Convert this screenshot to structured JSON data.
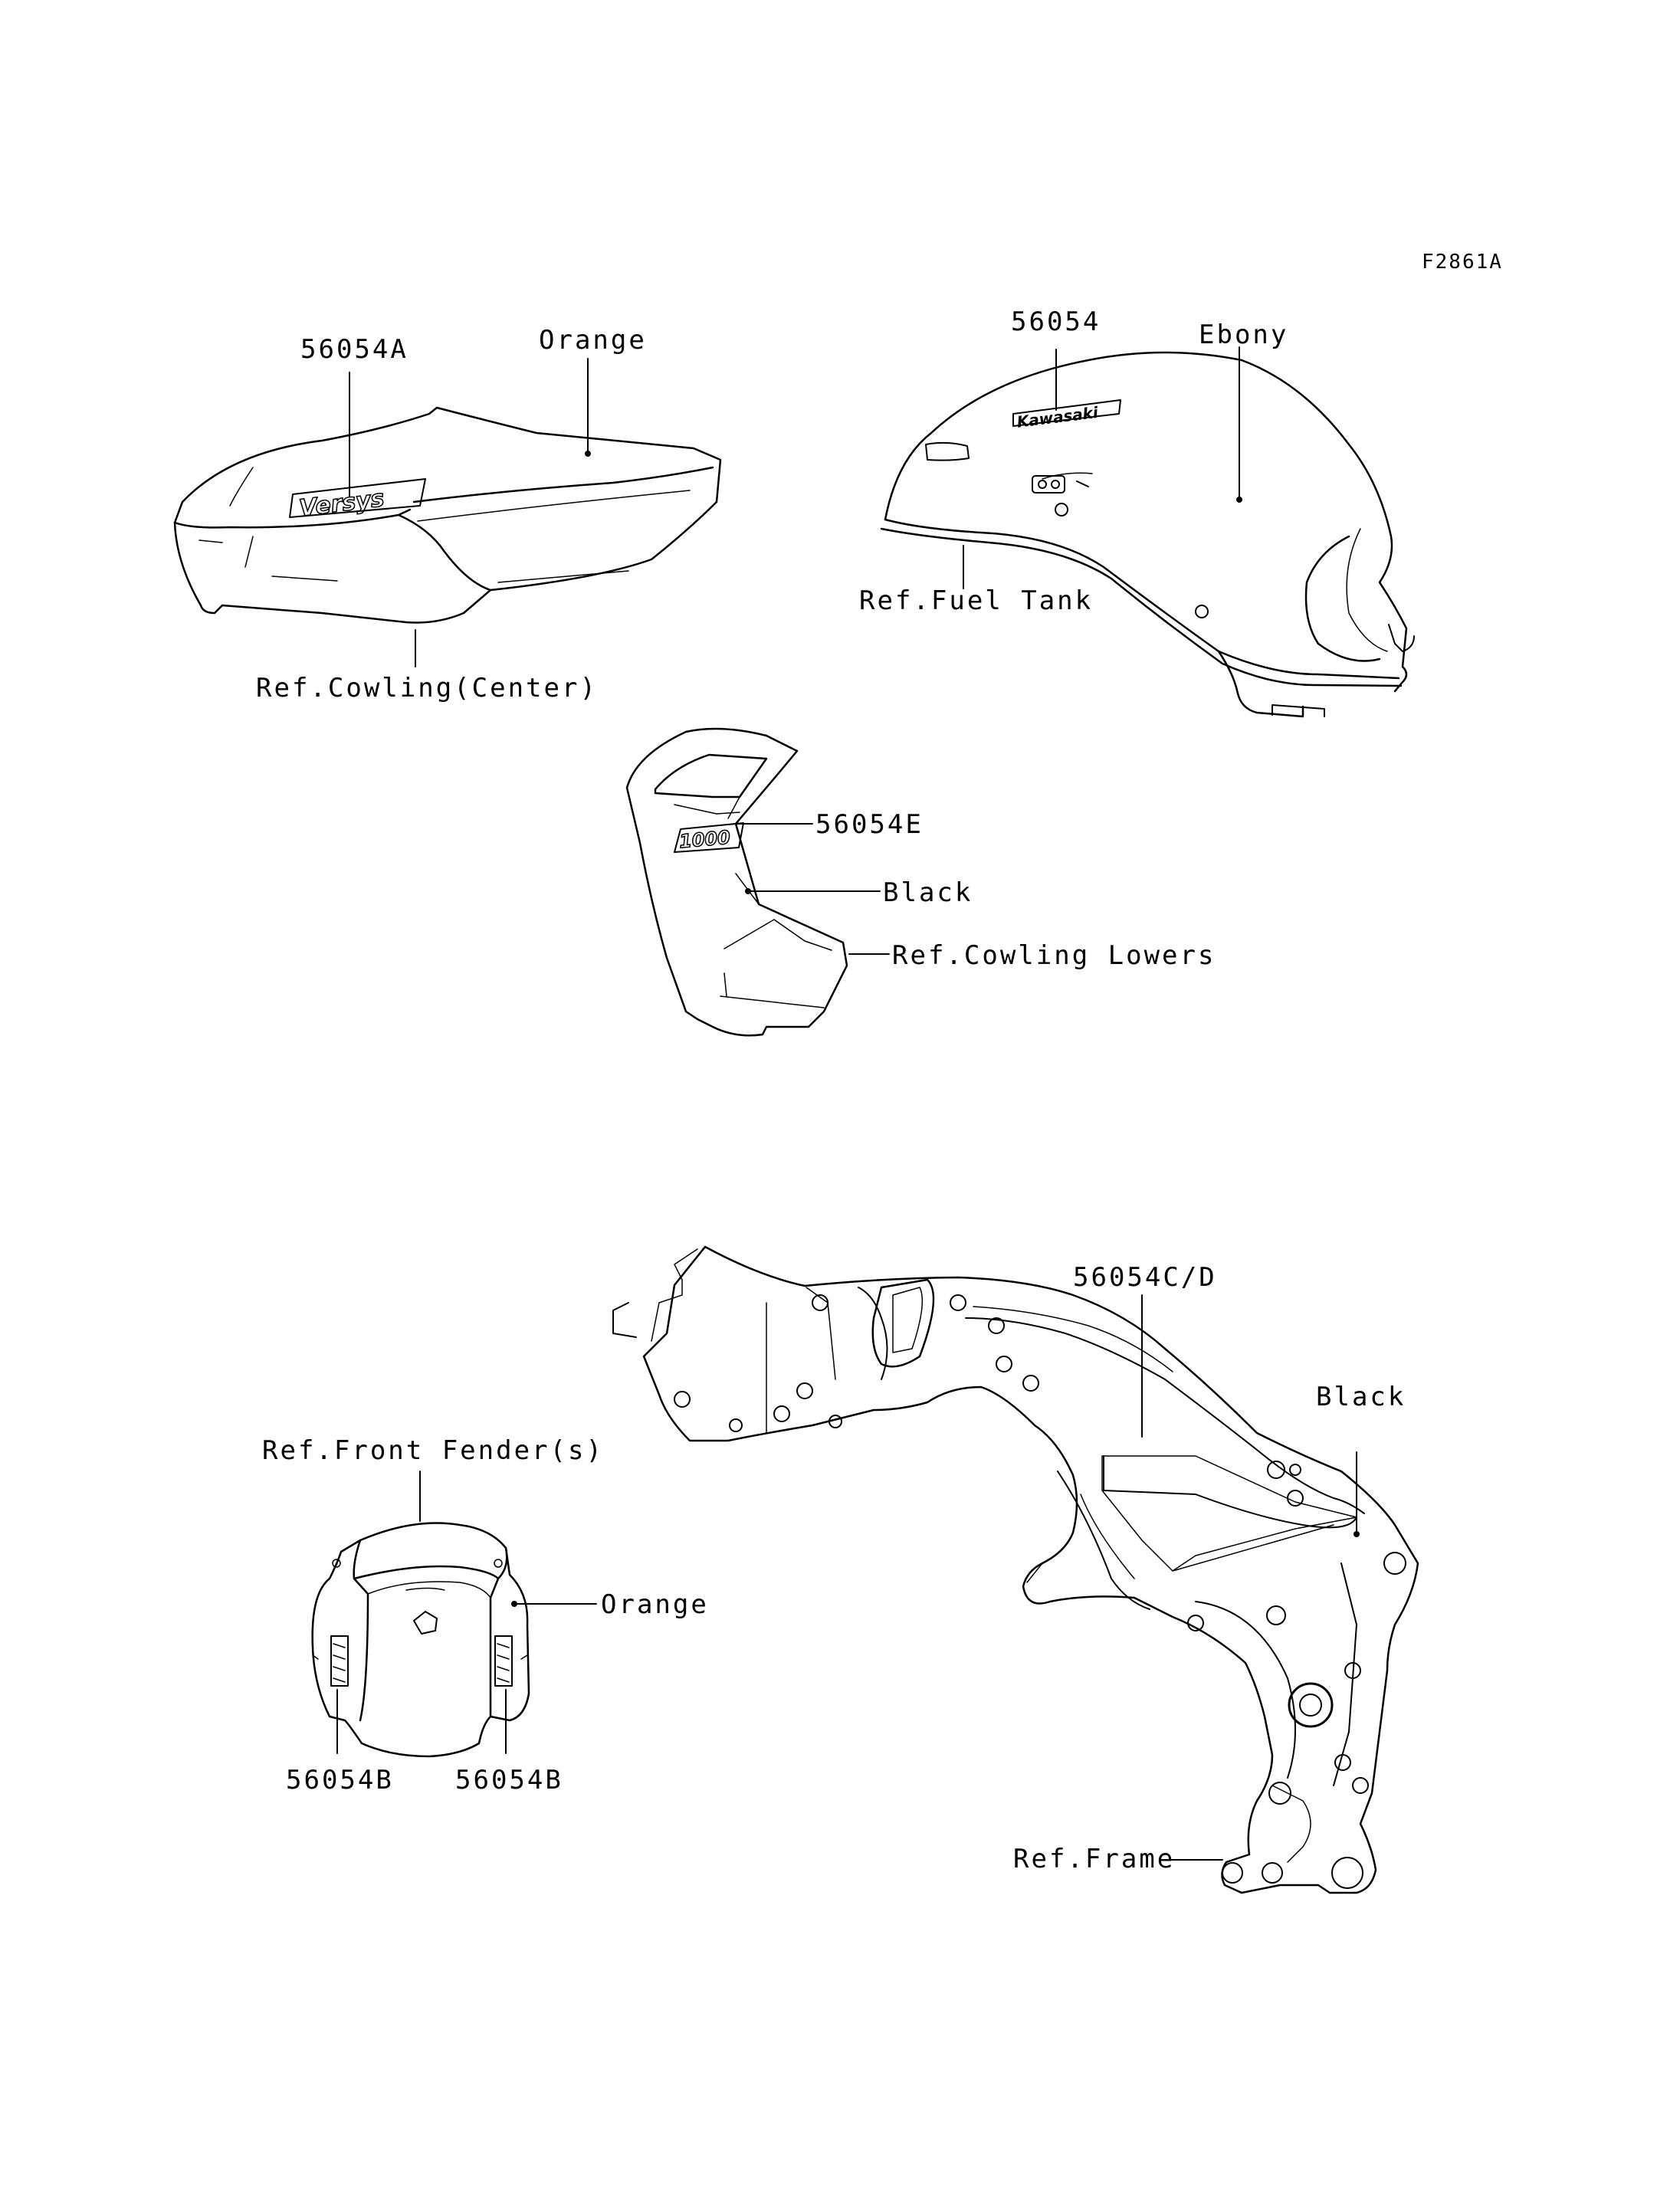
{
  "figure_code": "F2861A",
  "colors": {
    "line": "#000000",
    "background": "#ffffff"
  },
  "cowling_center": {
    "part_label": "56054A",
    "color_label": "Orange",
    "ref_label": "Ref.Cowling(Center)",
    "logo_text": "Versys"
  },
  "fuel_tank": {
    "part_label": "56054",
    "color_label": "Ebony",
    "ref_label": "Ref.Fuel Tank",
    "logo_text": "Kawasaki"
  },
  "cowling_lowers": {
    "part_label": "56054E",
    "color_label": "Black",
    "ref_label": "Ref.Cowling Lowers",
    "logo_text": "1000"
  },
  "frame": {
    "part_label": "56054C/D",
    "color_label": "Black",
    "ref_label": "Ref.Frame"
  },
  "front_fender": {
    "ref_label": "Ref.Front Fender(s)",
    "color_label": "Orange",
    "part_label_left": "56054B",
    "part_label_right": "56054B"
  }
}
